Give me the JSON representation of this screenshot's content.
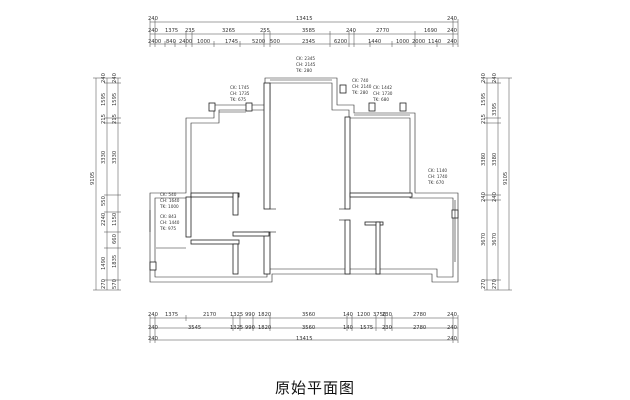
{
  "caption": "原始平面图",
  "top_dims": {
    "row1": [
      "240",
      "13415",
      "240"
    ],
    "row2": [
      "240",
      "1375",
      "235",
      "3265",
      "255",
      "3585",
      "240",
      "2770",
      "1690",
      "240"
    ],
    "row3": [
      "2400",
      "840",
      "2400",
      "1000",
      "1745",
      "5200",
      "500",
      "2345",
      "6200",
      "1440",
      "1000",
      "2000",
      "1140",
      "240"
    ]
  },
  "bottom_dims": {
    "row1": [
      "240",
      "1375",
      "2170",
      "1325",
      "990",
      "1820",
      "3560",
      "140",
      "1200",
      "3750",
      "230",
      "2780",
      "240"
    ],
    "row2": [
      "240",
      "3545",
      "1325",
      "990",
      "1820",
      "3560",
      "140",
      "1575",
      "230",
      "2780",
      "240"
    ],
    "row3": [
      "240",
      "13415",
      "240"
    ]
  },
  "left_dims": {
    "outer": "9105",
    "inner1": [
      "240",
      "1595",
      "215",
      "3330",
      "550",
      "2240",
      "1490",
      "270"
    ],
    "inner2": [
      "240",
      "1595",
      "215",
      "3330",
      "1150",
      "660",
      "1835",
      "570"
    ]
  },
  "right_dims": {
    "outer": "9105",
    "inner1": [
      "240",
      "1595",
      "215",
      "3380",
      "240",
      "3670",
      "270"
    ],
    "inner2": [
      "240",
      "3395",
      "3380",
      "240",
      "3670",
      "270"
    ]
  },
  "labels": {
    "l1": [
      "CK: 2345",
      "CH: 2145",
      "TK: 280"
    ],
    "l2": [
      "CK: 1745",
      "CH: 1735",
      "TK: 675"
    ],
    "l3": [
      "CK: 740",
      "CH: 2140",
      "TK: 280"
    ],
    "l4": [
      "CK: 1442",
      "CH: 1730",
      "TK: 680"
    ],
    "l5": [
      "CK: 540",
      "CH: 1640",
      "TK: 1000"
    ],
    "l6": [
      "CK: 843",
      "CH: 1440",
      "TK: 975"
    ],
    "l7": [
      "CK: 1140",
      "CH: 1740",
      "TK: 670"
    ]
  }
}
